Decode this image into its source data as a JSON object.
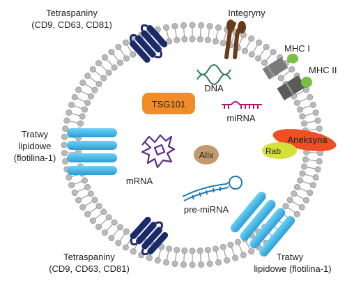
{
  "labels": {
    "tetraspaniny_top_1": "Tetraspaniny",
    "tetraspaniny_top_2": "(CD9, CD63, CD81)",
    "integryny": "Integryny",
    "mhc1": "MHC I",
    "mhc2": "MHC II",
    "dna": "DNA",
    "tsg101": "TSG101",
    "mirna": "miRNA",
    "tratwy_left_1": "Tratwy",
    "tratwy_left_2": "lipidowe",
    "tratwy_left_3": "(flotilina-1)",
    "aneksyna": "Aneksyna",
    "rab": "Rab",
    "alix": "Alix",
    "mrna": "mRNA",
    "pre_mirna": "pre-miRNA",
    "tetraspaniny_bottom_1": "Tetraspaniny",
    "tetraspaniny_bottom_2": "(CD9, CD63, CD81)",
    "tratwy_right_1": "Tratwy",
    "tratwy_right_2": "lipidowe (flotilina-1)"
  },
  "colors": {
    "membrane": "#9b9b9b",
    "tetraspanin": "#1b2a6b",
    "raft": "#41b6e6",
    "integrin": "#6b3a1a",
    "mhc_gray": "#707070",
    "mhc_green": "#7ac143",
    "dna": "#2f7a55",
    "tsg101": "#f28c28",
    "mirna": "#b3156b",
    "aneksyna": "#f04e23",
    "rab": "#d7df3a",
    "alix": "#c39a6b",
    "mrna": "#5b2a86",
    "pre_mirna": "#1f78b4"
  }
}
